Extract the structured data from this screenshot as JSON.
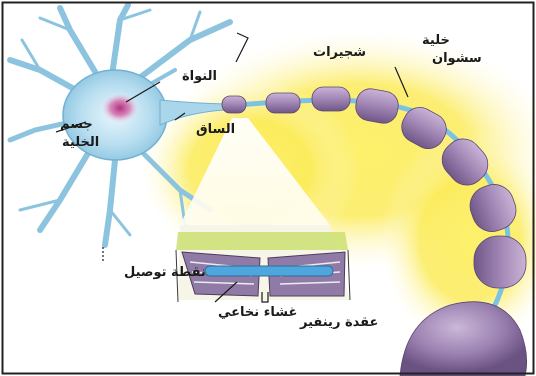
{
  "labels": {
    "dendrites": "شجيرات",
    "nucleus": "النواة",
    "cell_body": [
      "جسم",
      "الخلية"
    ],
    "axon": "الساق",
    "schwann_cell": [
      "خلية",
      "سشوان"
    ],
    "synaptic_terminal": "نقطة توصيل",
    "myelin_sheath": "غشاء نخاعي",
    "node_of_ranvier": "عقدة رينفير"
  },
  "colors": {
    "neuron": "#a9d6ea",
    "neuron_outline": "#6fb2d3",
    "nucleus": "#c65a9e",
    "glow": "#fbeb5a",
    "schwann": "#a58ab8",
    "schwann_dark": "#6f5788",
    "frame": "#222222"
  }
}
